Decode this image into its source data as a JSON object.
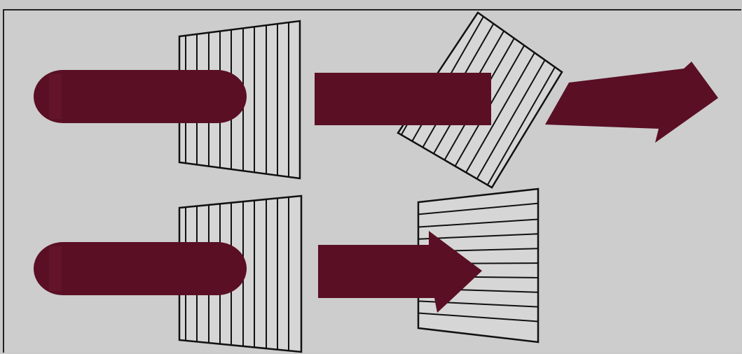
{
  "colors": {
    "background": "#cdcdcd",
    "beam": "#5a0f24",
    "beam_highlight": "#6b1a30",
    "filter_fill": "#d6d6d6",
    "line": "#111111"
  },
  "rows": [
    {
      "name": "top-row",
      "stages": [
        "unpolarized-beam",
        "vertical-polarizer",
        "polarized-beam",
        "tilted-analyzer",
        "reduced-beam"
      ]
    },
    {
      "name": "bottom-row",
      "stages": [
        "unpolarized-beam",
        "vertical-polarizer",
        "polarized-beam",
        "horizontal-analyzer"
      ]
    }
  ]
}
